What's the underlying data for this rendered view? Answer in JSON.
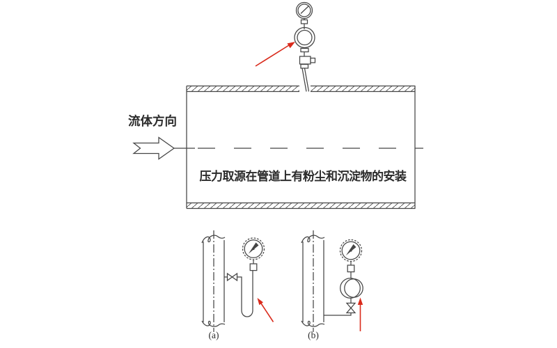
{
  "diagram": {
    "caption": "压力取源在管道上有粉尘和沉淀物的安装",
    "flow_direction_label": "流体方向",
    "sub_figures": [
      {
        "label": "(a)"
      },
      {
        "label": "(b)"
      }
    ]
  },
  "colors": {
    "line": "#454545",
    "accent_red": "#d92b1c",
    "background": "#ffffff"
  },
  "icons": {
    "pressure-gauge-icon": "double-circle-with-needle",
    "siphon-ring-icon": "circular-tube-loop",
    "u-siphon-icon": "u-shaped-trap-tube",
    "valve-icon": "bowtie-hourglass",
    "flow-direction-arrow-icon": "hollow-block-arrow-right",
    "annotation-arrow-icon": "red-pointer-arrow"
  }
}
